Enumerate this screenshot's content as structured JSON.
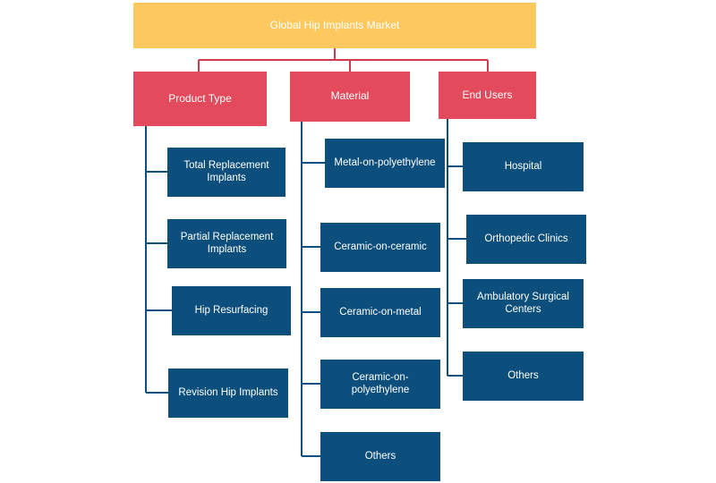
{
  "root": {
    "label": "Global Hip Implants Market"
  },
  "categories": [
    {
      "label": "Product Type",
      "items": [
        "Total Replacement Implants",
        "Partial Replacement Implants",
        "Hip Resurfacing",
        "Revision Hip Implants"
      ]
    },
    {
      "label": "Material",
      "items": [
        "Metal-on-polyethylene",
        "Ceramic-on-ceramic",
        "Ceramic-on-metal",
        "Ceramic-on-polyethylene",
        "Others"
      ]
    },
    {
      "label": "End Users",
      "items": [
        "Hospital",
        "Orthopedic Clinics",
        "Ambulatory Surgical Centers",
        "Others"
      ]
    }
  ],
  "colors": {
    "root": "#fdc95f",
    "category": "#e34a5c",
    "leaf": "#0d4f7c",
    "root_connector": "#d43a4f",
    "leaf_connector": "#0d4f7c"
  }
}
